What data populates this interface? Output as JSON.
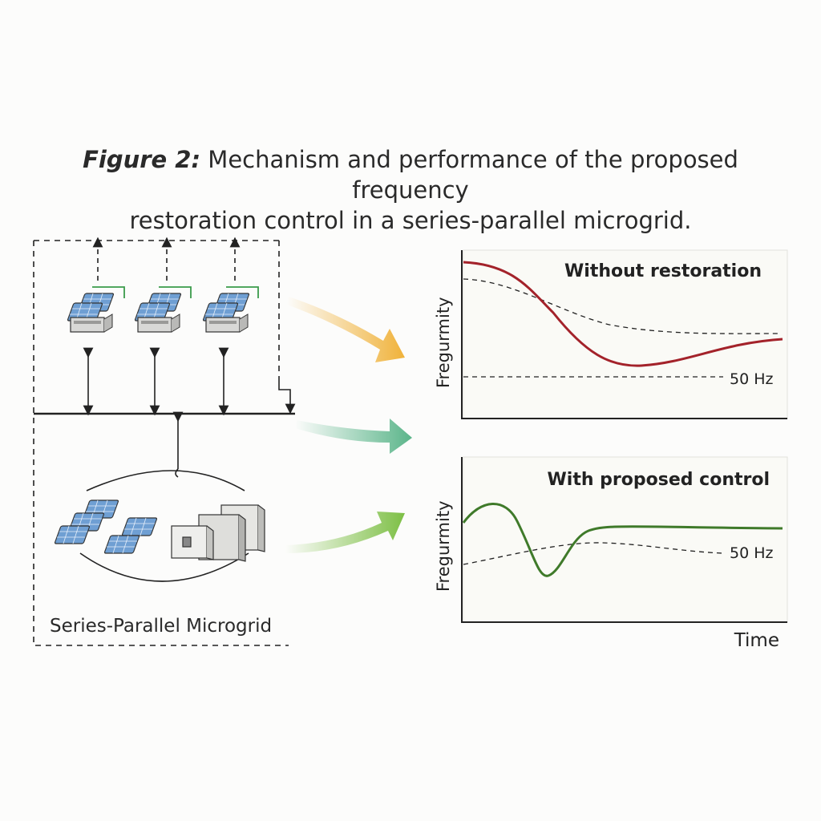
{
  "caption": {
    "figure_label": "Figure 2:",
    "line1": "Mechanism and performance of the proposed frequency",
    "line2": "restoration control in a series-parallel microgrid."
  },
  "diagram": {
    "microgrid_label": "Series-Parallel Microgrid"
  },
  "plots": {
    "top": {
      "title": "Without restoration",
      "ylabel": "Fregurmity",
      "reference_label": "50 Hz",
      "curve_color": "#a3222a"
    },
    "bottom": {
      "title": "With proposed control",
      "ylabel": "Fregurmity",
      "reference_label": "50 Hz",
      "xlabel": "Time",
      "curve_color": "#3f7a2a"
    }
  },
  "arrows": {
    "colors": [
      "#f0b23a",
      "#5bb58a",
      "#7dbf45"
    ]
  }
}
